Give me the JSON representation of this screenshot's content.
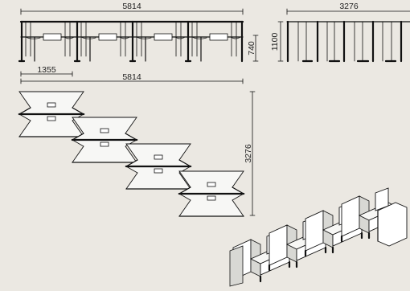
{
  "dimensions": {
    "front_width": "5814",
    "side_width": "3276",
    "front_height": "740",
    "side_height": "1100",
    "module_width": "1355",
    "plan_width": "5814",
    "plan_depth": "3276"
  },
  "colors": {
    "background": "#ebe8e2",
    "line": "#111111",
    "surface": "#ffffff"
  }
}
